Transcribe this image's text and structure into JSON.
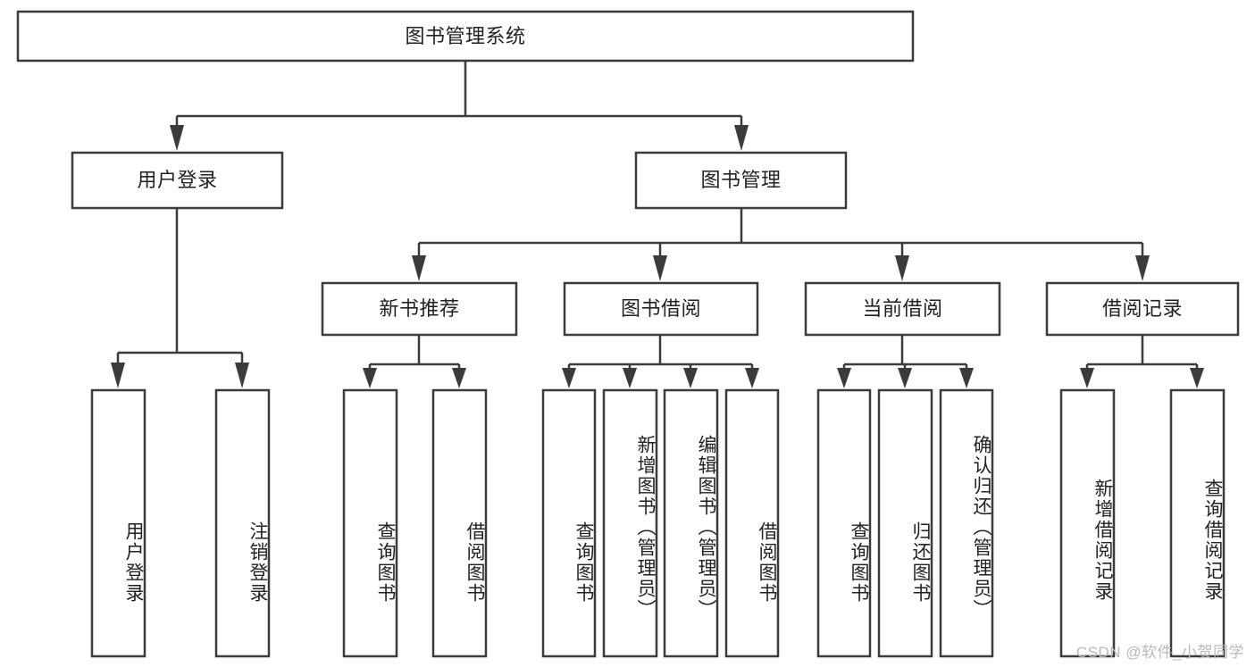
{
  "diagram": {
    "title": "图书管理系统",
    "type": "tree-hierarchy",
    "root": {
      "id": "root",
      "label": "图书管理系统"
    },
    "level1": [
      {
        "id": "user-login",
        "label": "用户登录"
      },
      {
        "id": "book-management",
        "label": "图书管理"
      }
    ],
    "level2": [
      {
        "id": "new-book-recommend",
        "label": "新书推荐",
        "parent": "book-management"
      },
      {
        "id": "book-borrow",
        "label": "图书借阅",
        "parent": "book-management"
      },
      {
        "id": "current-borrow",
        "label": "当前借阅",
        "parent": "book-management"
      },
      {
        "id": "borrow-record",
        "label": "借阅记录",
        "parent": "book-management"
      }
    ],
    "leaves": [
      {
        "id": "leaf-user-login",
        "label": "用户登录",
        "parent": "user-login"
      },
      {
        "id": "leaf-logout-login",
        "label": "注销登录",
        "parent": "user-login"
      },
      {
        "id": "leaf-query-book-1",
        "label": "查询图书",
        "parent": "new-book-recommend"
      },
      {
        "id": "leaf-borrow-book-1",
        "label": "借阅图书",
        "parent": "new-book-recommend"
      },
      {
        "id": "leaf-query-book-2",
        "label": "查询图书",
        "parent": "book-borrow"
      },
      {
        "id": "leaf-add-book",
        "label": "新增图书（管理员）",
        "parent": "book-borrow"
      },
      {
        "id": "leaf-edit-book",
        "label": "编辑图书（管理员）",
        "parent": "book-borrow"
      },
      {
        "id": "leaf-borrow-book-2",
        "label": "借阅图书",
        "parent": "book-borrow"
      },
      {
        "id": "leaf-query-book-3",
        "label": "查询图书",
        "parent": "current-borrow"
      },
      {
        "id": "leaf-return-book",
        "label": "归还图书",
        "parent": "current-borrow"
      },
      {
        "id": "leaf-confirm-return",
        "label": "确认归还（管理员）",
        "parent": "current-borrow"
      },
      {
        "id": "leaf-add-record",
        "label": "新增借阅记录",
        "parent": "borrow-record"
      },
      {
        "id": "leaf-query-record",
        "label": "查询借阅记录",
        "parent": "borrow-record"
      }
    ]
  },
  "watermark": {
    "text": "CSDN @软件_小贺同学"
  },
  "colors": {
    "stroke": "#3b3b3b",
    "box_fill": "#ffffff",
    "text": "#222222",
    "background": "#ffffff",
    "watermark": "#b9b9b9"
  }
}
